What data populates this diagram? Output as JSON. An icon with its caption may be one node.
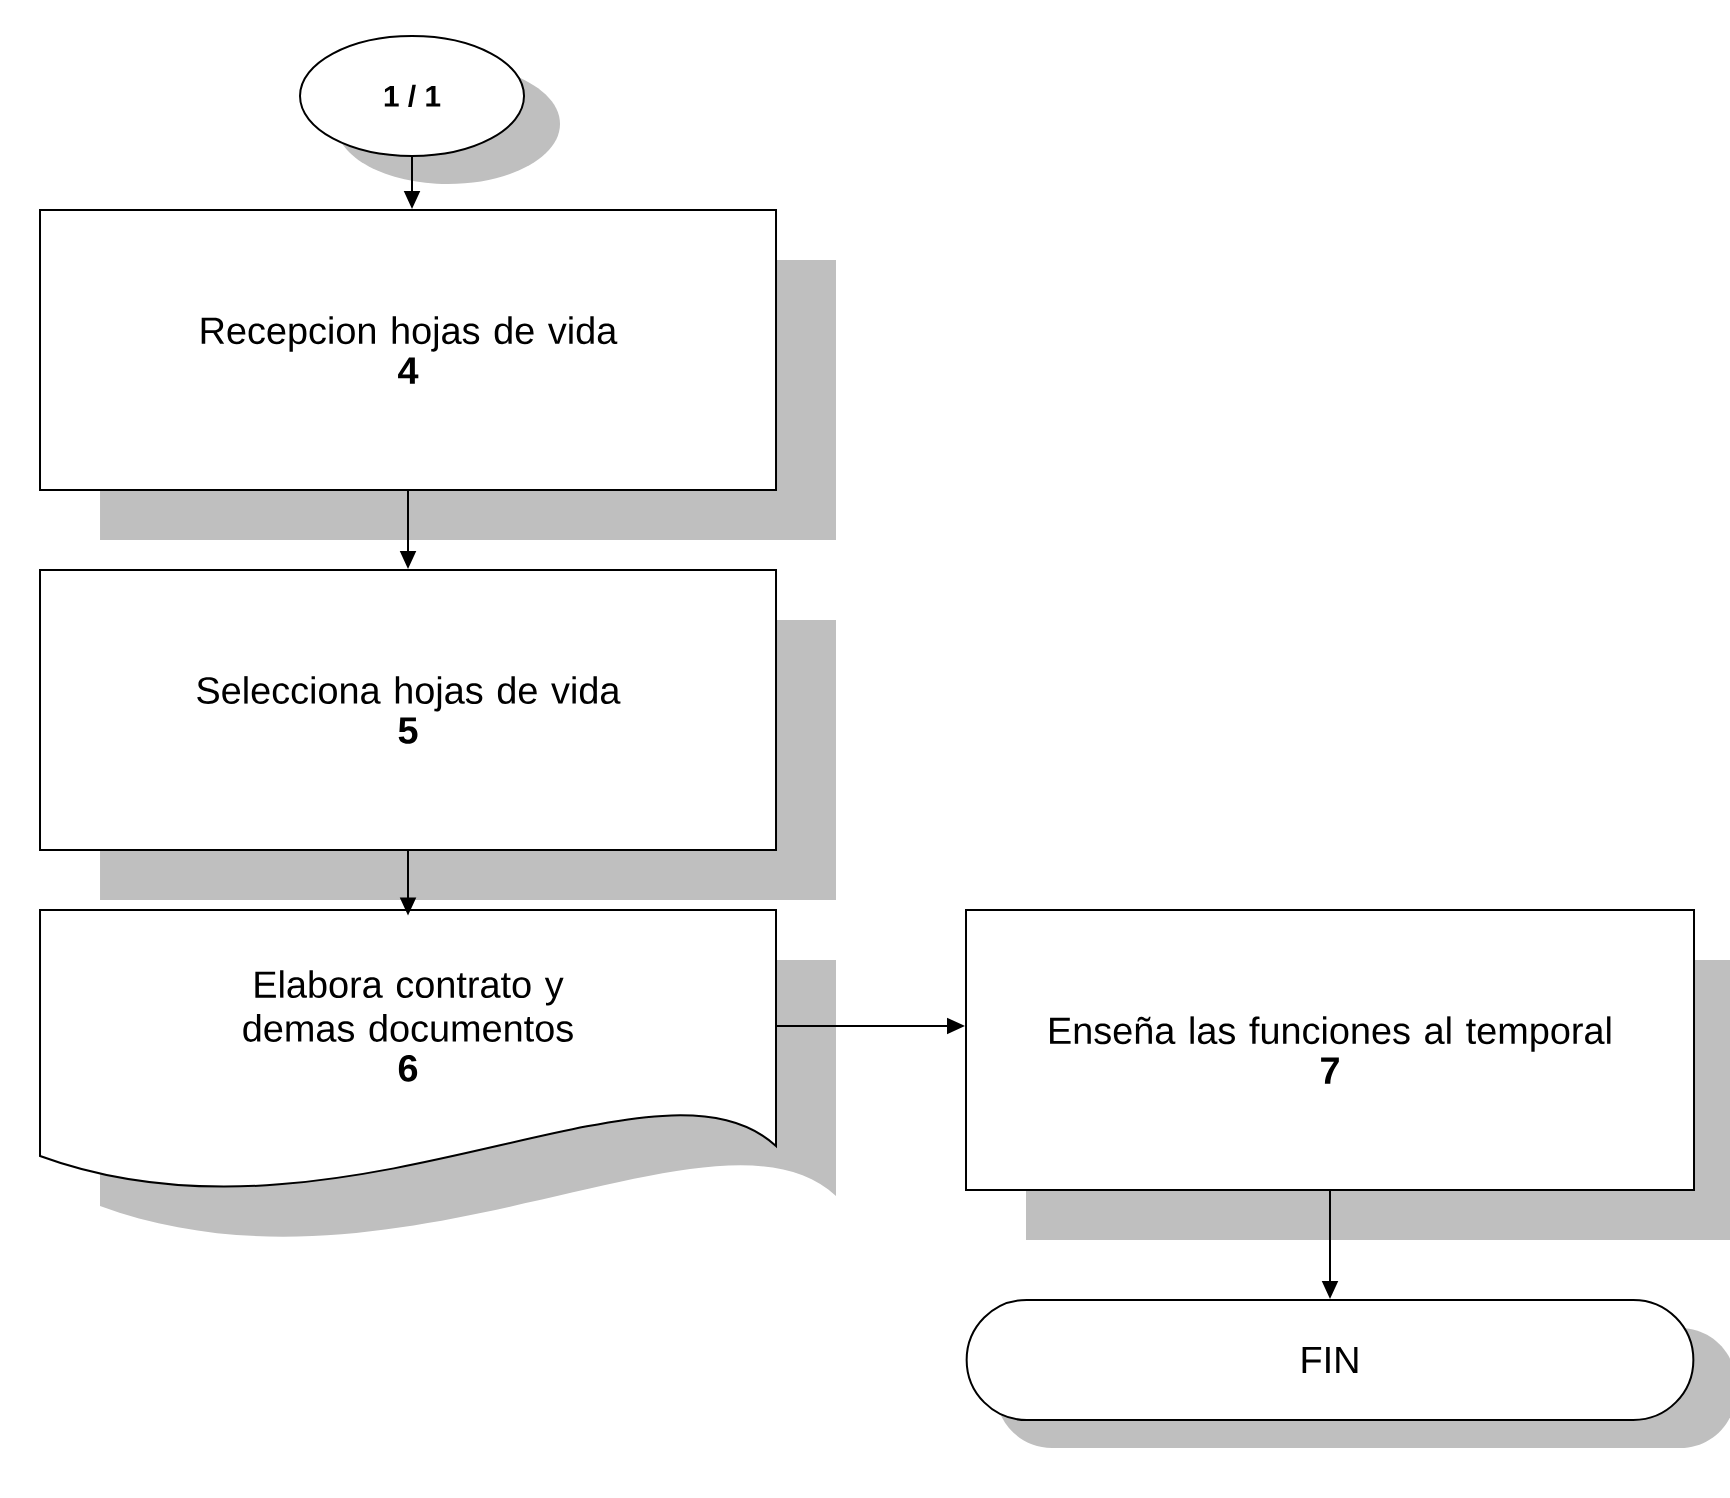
{
  "diagram": {
    "nodes": [
      {
        "text": [
          "1 / 1"
        ]
      },
      {
        "text": [
          "Recepcion hojas de vida",
          "4"
        ]
      },
      {
        "text": [
          "Selecciona hojas de vida",
          "5"
        ]
      },
      {
        "text": [
          "Elabora contrato y demas documentos",
          "6"
        ]
      },
      {
        "text": [
          "Enseña las funciones al temporal",
          "7"
        ]
      },
      {
        "text": [
          "FIN"
        ]
      }
    ],
    "edges": [
      {
        "from": 0,
        "to": 1,
        "arrow": "to"
      },
      {
        "from": 1,
        "to": 2,
        "arrow": "to"
      },
      {
        "from": 2,
        "to": 3,
        "arrow": "to"
      },
      {
        "from": 3,
        "to": 4,
        "arrow": "to"
      },
      {
        "from": 4,
        "to": 5,
        "arrow": "to"
      }
    ]
  }
}
